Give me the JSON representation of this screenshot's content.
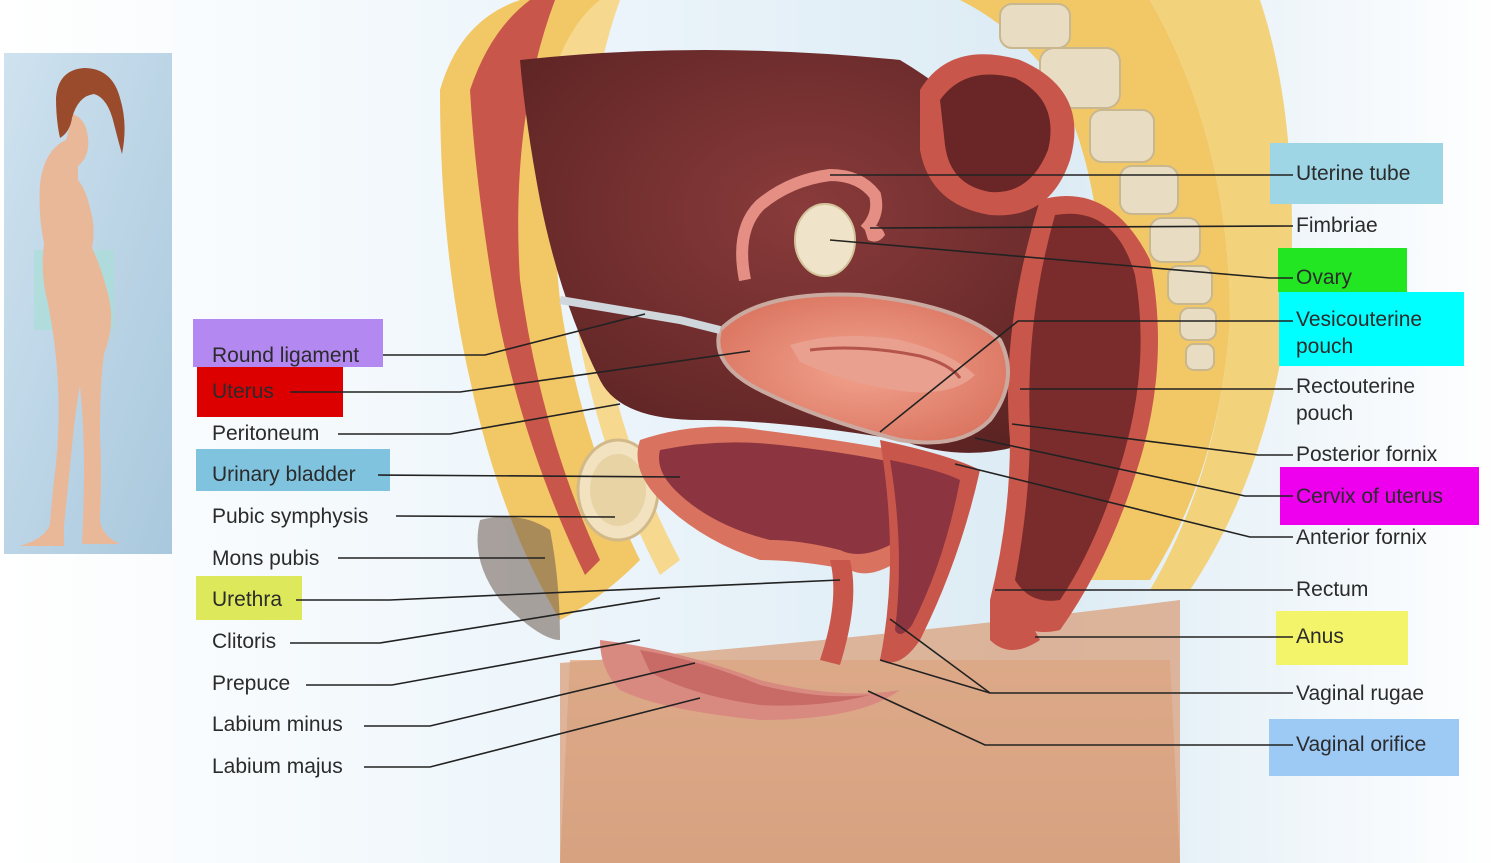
{
  "labels": {
    "round_ligament": "Round ligament",
    "uterus": "Uterus",
    "peritoneum": "Peritoneum",
    "urinary_bladder": "Urinary bladder",
    "pubic_symphysis": "Pubic symphysis",
    "mons_pubis": "Mons pubis",
    "urethra": "Urethra",
    "clitoris": "Clitoris",
    "prepuce": "Prepuce",
    "labium_minus": "Labium minus",
    "labium_majus": "Labium majus",
    "uterine_tube": "Uterine tube",
    "fimbriae": "Fimbriae",
    "ovary": "Ovary",
    "vesicouterine_pouch_line1": "Vesicouterine",
    "vesicouterine_pouch_line2": "pouch",
    "rectouterine_pouch_line1": "Rectouterine",
    "rectouterine_pouch_line2": "pouch",
    "posterior_fornix": "Posterior fornix",
    "cervix_of_uterus": "Cervix of uterus",
    "anterior_fornix": "Anterior fornix",
    "rectum": "Rectum",
    "anus": "Anus",
    "vaginal_rugae": "Vaginal rugae",
    "vaginal_orifice": "Vaginal orifice"
  },
  "highlight_colors": {
    "round_ligament": "#b388f0",
    "uterus": "#dd0000",
    "urinary_bladder": "#7fc3df",
    "urethra": "#dde85a",
    "uterine_tube": "#9ed6e6",
    "ovary": "#22e622",
    "vesicouterine_pouch": "#00ffff",
    "cervix_of_uterus": "#ee00ee",
    "anus": "#f4f46a",
    "vaginal_orifice": "#9dc9f5"
  },
  "icons": {
    "inset": "standing-figure-inset-icon",
    "section": "midsagittal-pelvis-illustration"
  }
}
